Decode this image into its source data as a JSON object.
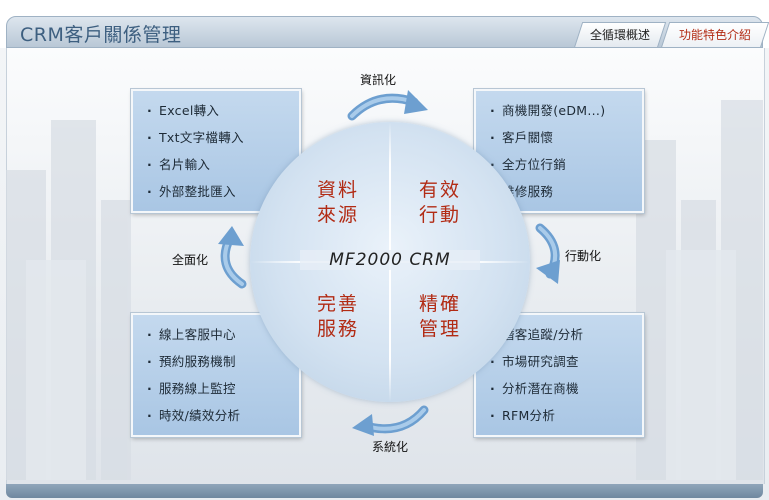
{
  "header": {
    "title": "CRM客戶關係管理",
    "tabs": [
      {
        "label": "全循環概述"
      },
      {
        "label": "功能特色介紹"
      }
    ]
  },
  "diagram": {
    "center": "MF2000  CRM",
    "quadrants": {
      "top_left": [
        "資料",
        "來源"
      ],
      "top_right": [
        "有效",
        "行動"
      ],
      "bottom_left": [
        "完善",
        "服務"
      ],
      "bottom_right": [
        "精確",
        "管理"
      ]
    },
    "arrows": {
      "top": "資訊化",
      "right": "行動化",
      "bottom": "系統化",
      "left": "全面化"
    },
    "boxes": {
      "top_left": [
        "Excel轉入",
        "Txt文字檔轉入",
        "名片輸入",
        "外部整批匯入"
      ],
      "top_right": [
        "商機開發(eDM...)",
        "客戶關懷",
        "全方位行銷",
        "維修服務"
      ],
      "bottom_left": [
        "線上客服中心",
        "預約服務機制",
        "服務線上監控",
        "時效/績效分析"
      ],
      "bottom_right": [
        "潛客追蹤/分析",
        "市場研究調查",
        "分析潛在商機",
        "RFM分析"
      ]
    }
  },
  "colors": {
    "accent": "#b22b14",
    "title": "#3d5f80",
    "box_fill": "#b4cfe9",
    "arrow": "#6d9fd0"
  }
}
